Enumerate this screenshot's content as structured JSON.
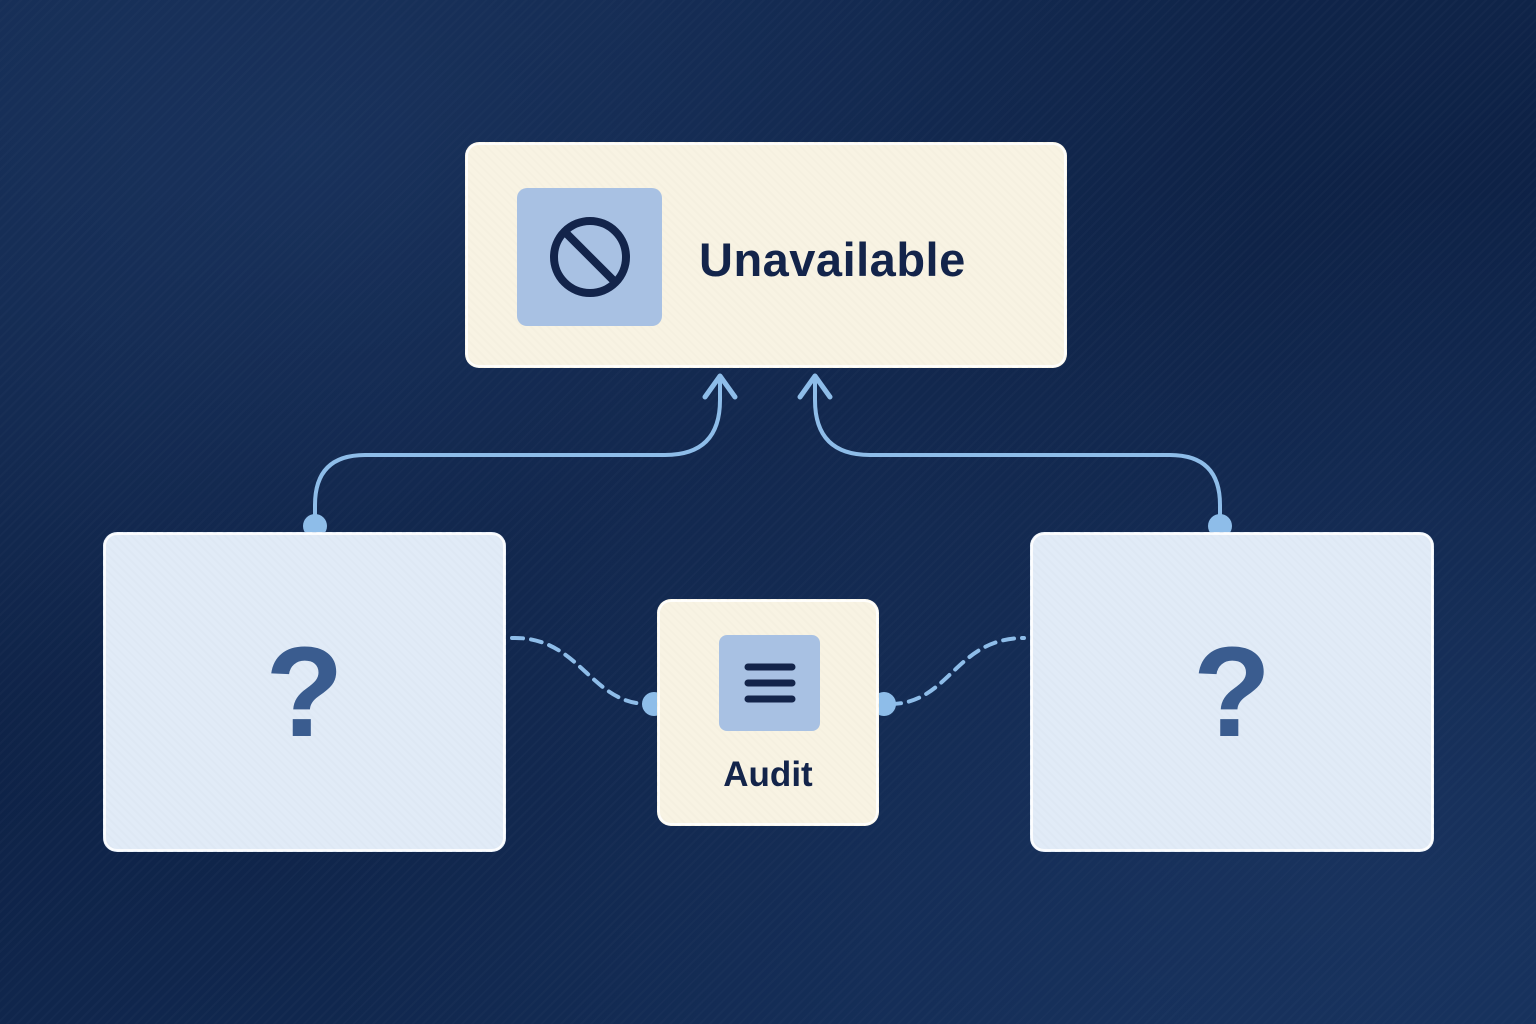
{
  "diagram": {
    "top_node": {
      "label": "Unavailable",
      "icon": "prohibited-icon"
    },
    "left_node": {
      "label": "?"
    },
    "right_node": {
      "label": "?"
    },
    "middle_node": {
      "label": "Audit",
      "icon": "menu-lines-icon"
    },
    "edges": [
      {
        "from": "left_node",
        "to": "top_node",
        "style": "solid-arrow"
      },
      {
        "from": "right_node",
        "to": "top_node",
        "style": "solid-arrow"
      },
      {
        "from": "left_node",
        "to": "middle_node",
        "style": "dashed"
      },
      {
        "from": "middle_node",
        "to": "right_node",
        "style": "dashed"
      }
    ]
  },
  "colors": {
    "background": "#0e2246",
    "node_cream": "#f8f3e3",
    "node_pale_blue": "#e1ebf7",
    "icon_tile": "#a8c1e3",
    "text_dark": "#13244a",
    "question_mark": "#3a5c8f",
    "connector": "#8ebde9"
  }
}
